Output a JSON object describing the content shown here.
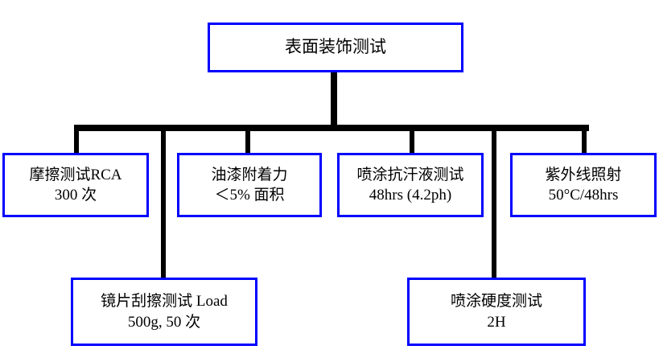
{
  "diagram": {
    "type": "tree-org-chart",
    "orientation": "top-down",
    "box_border_color": "#0000ff",
    "connector_color": "#000000",
    "background_color": "#ffffff",
    "root": {
      "id": "root",
      "line1": "表面装饰测试",
      "line2": ""
    },
    "leaves": [
      {
        "id": "leaf-rca",
        "line1": "摩擦测试RCA",
        "line2": "300 次"
      },
      {
        "id": "leaf-paint-adhesion",
        "line1": "油漆附着力",
        "line2": "＜5% 面积"
      },
      {
        "id": "leaf-sweat-resistance",
        "line1": "喷涂抗汗液测试",
        "line2": "48hrs (4.2ph)"
      },
      {
        "id": "leaf-uv",
        "line1": "紫外线照射",
        "line2": "50°C/48hrs"
      }
    ],
    "sub_leaves": [
      {
        "id": "sub-lens-scratch",
        "line1": "镜片刮擦测试 Load",
        "line2": "500g, 50 次"
      },
      {
        "id": "sub-coating-hardness",
        "line1": "喷涂硬度测试",
        "line2": "2H"
      }
    ]
  }
}
